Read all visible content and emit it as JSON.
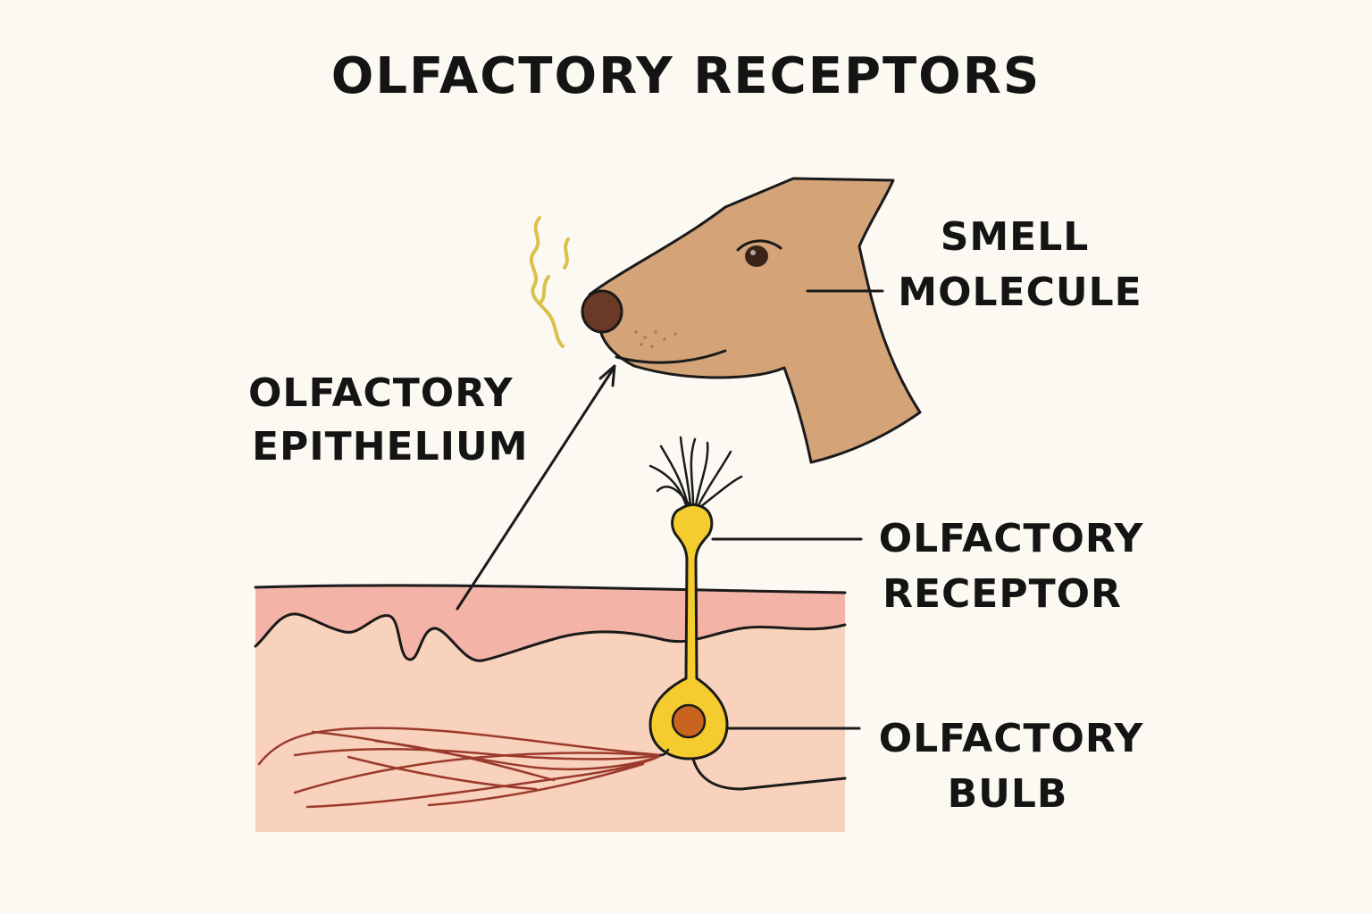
{
  "title": "OLFACTORY RECEPTORS",
  "labels": {
    "smell_molecule": [
      "SMELL",
      "MOLECULE"
    ],
    "olfactory_epithelium": [
      "OLFACTORY",
      "EPITHELIUM"
    ],
    "olfactory_receptor": [
      "OLFACTORY",
      "RECEPTOR"
    ],
    "olfactory_bulb": [
      "OLFACTORY",
      "BULB"
    ]
  },
  "colors": {
    "background": "#fcf9f2",
    "dog_fur": "#d4a478",
    "dog_nose": "#6b3a26",
    "odor_wisps": "#d9c24a",
    "epithelium_surface": "#f3b3a6",
    "tissue": "#f8d2bc",
    "receptor_cell": "#f5cc2e",
    "nucleus": "#c8641e",
    "nerve_fibers": "#9b3a2c"
  }
}
